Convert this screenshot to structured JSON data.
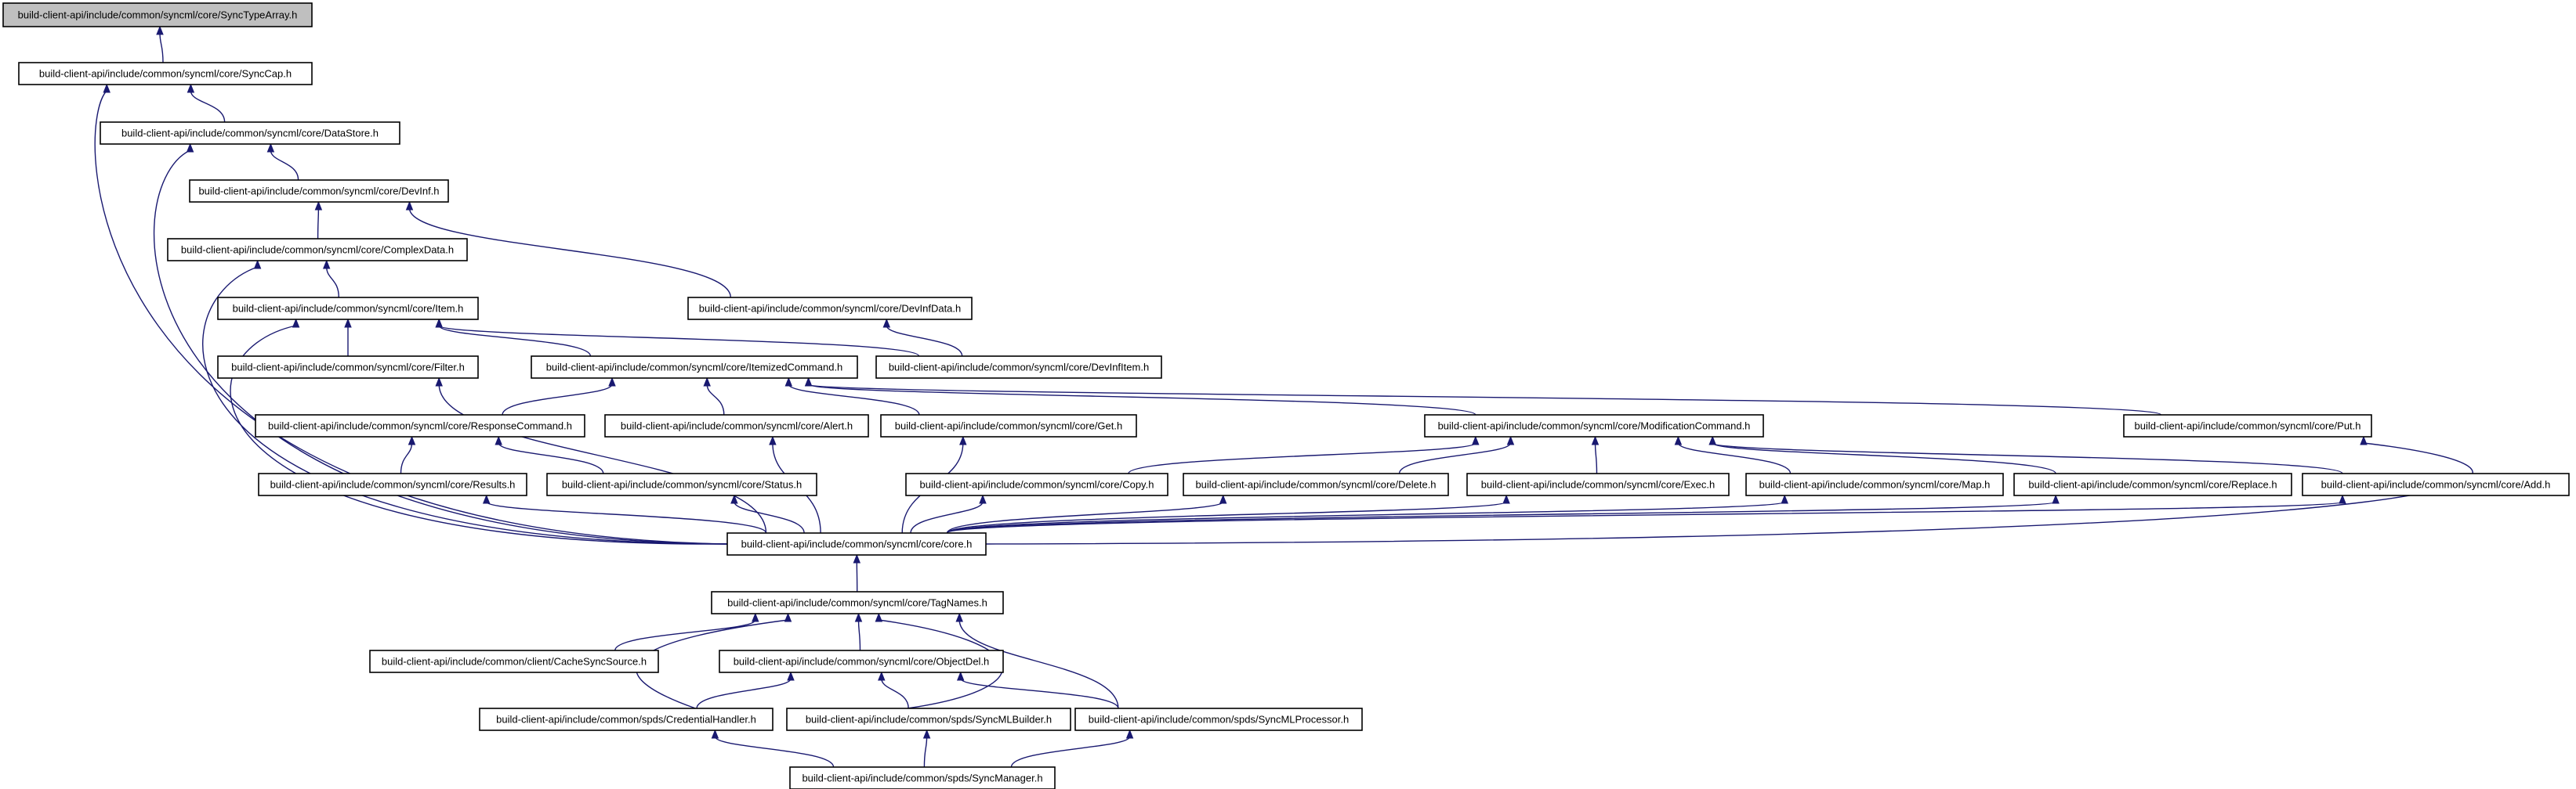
{
  "graph": {
    "edge_color": "#191970",
    "root_fill": "#bfbfbf",
    "node_fill": "#ffffff",
    "nodes": [
      {
        "id": "SyncTypeArray",
        "label": "build-client-api/include/common/syncml/core/SyncTypeArray.h",
        "root": true
      },
      {
        "id": "SyncCap",
        "label": "build-client-api/include/common/syncml/core/SyncCap.h"
      },
      {
        "id": "DataStore",
        "label": "build-client-api/include/common/syncml/core/DataStore.h"
      },
      {
        "id": "DevInf",
        "label": "build-client-api/include/common/syncml/core/DevInf.h"
      },
      {
        "id": "ComplexData",
        "label": "build-client-api/include/common/syncml/core/ComplexData.h"
      },
      {
        "id": "DevInfData",
        "label": "build-client-api/include/common/syncml/core/DevInfData.h"
      },
      {
        "id": "Item",
        "label": "build-client-api/include/common/syncml/core/Item.h"
      },
      {
        "id": "Filter",
        "label": "build-client-api/include/common/syncml/core/Filter.h"
      },
      {
        "id": "ItemizedCommand",
        "label": "build-client-api/include/common/syncml/core/ItemizedCommand.h"
      },
      {
        "id": "DevInfItem",
        "label": "build-client-api/include/common/syncml/core/DevInfItem.h"
      },
      {
        "id": "ResponseCommand",
        "label": "build-client-api/include/common/syncml/core/ResponseCommand.h"
      },
      {
        "id": "Alert",
        "label": "build-client-api/include/common/syncml/core/Alert.h"
      },
      {
        "id": "Get",
        "label": "build-client-api/include/common/syncml/core/Get.h"
      },
      {
        "id": "ModificationCommand",
        "label": "build-client-api/include/common/syncml/core/ModificationCommand.h"
      },
      {
        "id": "Put",
        "label": "build-client-api/include/common/syncml/core/Put.h"
      },
      {
        "id": "Results",
        "label": "build-client-api/include/common/syncml/core/Results.h"
      },
      {
        "id": "Status",
        "label": "build-client-api/include/common/syncml/core/Status.h"
      },
      {
        "id": "Copy",
        "label": "build-client-api/include/common/syncml/core/Copy.h"
      },
      {
        "id": "Delete",
        "label": "build-client-api/include/common/syncml/core/Delete.h"
      },
      {
        "id": "Exec",
        "label": "build-client-api/include/common/syncml/core/Exec.h"
      },
      {
        "id": "Map",
        "label": "build-client-api/include/common/syncml/core/Map.h"
      },
      {
        "id": "Replace",
        "label": "build-client-api/include/common/syncml/core/Replace.h"
      },
      {
        "id": "Add",
        "label": "build-client-api/include/common/syncml/core/Add.h"
      },
      {
        "id": "core",
        "label": "build-client-api/include/common/syncml/core/core.h"
      },
      {
        "id": "TagNames",
        "label": "build-client-api/include/common/syncml/core/TagNames.h"
      },
      {
        "id": "CacheSyncSource",
        "label": "build-client-api/include/common/client/CacheSyncSource.h"
      },
      {
        "id": "ObjectDel",
        "label": "build-client-api/include/common/syncml/core/ObjectDel.h"
      },
      {
        "id": "CredentialHandler",
        "label": "build-client-api/include/common/spds/CredentialHandler.h"
      },
      {
        "id": "SyncMLBuilder",
        "label": "build-client-api/include/common/spds/SyncMLBuilder.h"
      },
      {
        "id": "SyncMLProcessor",
        "label": "build-client-api/include/common/spds/SyncMLProcessor.h"
      },
      {
        "id": "SyncManager",
        "label": "build-client-api/include/common/spds/SyncManager.h"
      }
    ],
    "edges": [
      [
        "SyncCap",
        "SyncTypeArray"
      ],
      [
        "DataStore",
        "SyncCap"
      ],
      [
        "core",
        "SyncCap"
      ],
      [
        "DevInf",
        "DataStore"
      ],
      [
        "core",
        "DataStore"
      ],
      [
        "ComplexData",
        "DevInf"
      ],
      [
        "DevInfData",
        "DevInf"
      ],
      [
        "Item",
        "ComplexData"
      ],
      [
        "core",
        "ComplexData"
      ],
      [
        "DevInfItem",
        "DevInfData"
      ],
      [
        "Filter",
        "Item"
      ],
      [
        "ItemizedCommand",
        "Item"
      ],
      [
        "DevInfItem",
        "Item"
      ],
      [
        "core",
        "Item"
      ],
      [
        "core",
        "Filter"
      ],
      [
        "ResponseCommand",
        "ItemizedCommand"
      ],
      [
        "Alert",
        "ItemizedCommand"
      ],
      [
        "Get",
        "ItemizedCommand"
      ],
      [
        "ModificationCommand",
        "ItemizedCommand"
      ],
      [
        "Put",
        "ItemizedCommand"
      ],
      [
        "Results",
        "ResponseCommand"
      ],
      [
        "Status",
        "ResponseCommand"
      ],
      [
        "core",
        "Alert"
      ],
      [
        "core",
        "Get"
      ],
      [
        "Copy",
        "ModificationCommand"
      ],
      [
        "Delete",
        "ModificationCommand"
      ],
      [
        "Exec",
        "ModificationCommand"
      ],
      [
        "Map",
        "ModificationCommand"
      ],
      [
        "Replace",
        "ModificationCommand"
      ],
      [
        "Add",
        "ModificationCommand"
      ],
      [
        "core",
        "Put"
      ],
      [
        "core",
        "Results"
      ],
      [
        "core",
        "Status"
      ],
      [
        "core",
        "Copy"
      ],
      [
        "core",
        "Delete"
      ],
      [
        "core",
        "Exec"
      ],
      [
        "core",
        "Map"
      ],
      [
        "core",
        "Replace"
      ],
      [
        "core",
        "Add"
      ],
      [
        "TagNames",
        "core"
      ],
      [
        "CacheSyncSource",
        "TagNames"
      ],
      [
        "ObjectDel",
        "TagNames"
      ],
      [
        "CredentialHandler",
        "TagNames"
      ],
      [
        "SyncMLBuilder",
        "TagNames"
      ],
      [
        "SyncMLProcessor",
        "TagNames"
      ],
      [
        "CredentialHandler",
        "ObjectDel"
      ],
      [
        "SyncMLBuilder",
        "ObjectDel"
      ],
      [
        "SyncMLProcessor",
        "ObjectDel"
      ],
      [
        "SyncManager",
        "CredentialHandler"
      ],
      [
        "SyncManager",
        "SyncMLBuilder"
      ],
      [
        "SyncManager",
        "SyncMLProcessor"
      ]
    ]
  }
}
